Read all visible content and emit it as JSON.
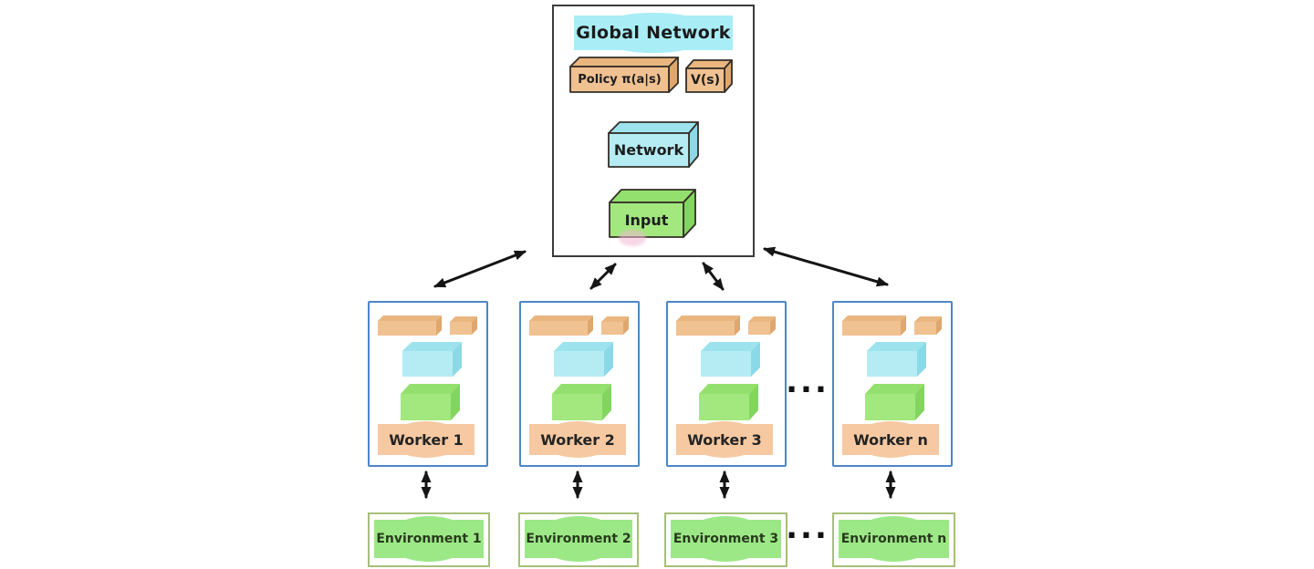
{
  "global": {
    "title": "Global Network",
    "policy_label": "Policy π(a|s)",
    "value_label": "V(s)",
    "network_label": "Network",
    "input_label": "Input"
  },
  "workers": [
    {
      "label": "Worker 1"
    },
    {
      "label": "Worker 2"
    },
    {
      "label": "Worker 3"
    },
    {
      "label": "Worker n"
    }
  ],
  "environments": [
    {
      "label": "Environment 1"
    },
    {
      "label": "Environment 2"
    },
    {
      "label": "Environment 3"
    },
    {
      "label": "Environment n"
    }
  ],
  "ellipsis": "...",
  "colors": {
    "orange": "#f0c191",
    "orange_top": "#e9b67f",
    "orange_side": "#dfa76d",
    "cyan": "#b5ecf4",
    "cyan_top": "#9de3ee",
    "cyan_side": "#8bd9e7",
    "green": "#a3e87f",
    "green_top": "#93e06e",
    "green_side": "#82d55f",
    "worker_border": "#4c87c6",
    "env_border": "#a6bf78",
    "highlight_cyan": "#a9edf6",
    "highlight_orange": "#f6c9a2",
    "highlight_green": "#9ce887",
    "arrow": "#151515"
  }
}
